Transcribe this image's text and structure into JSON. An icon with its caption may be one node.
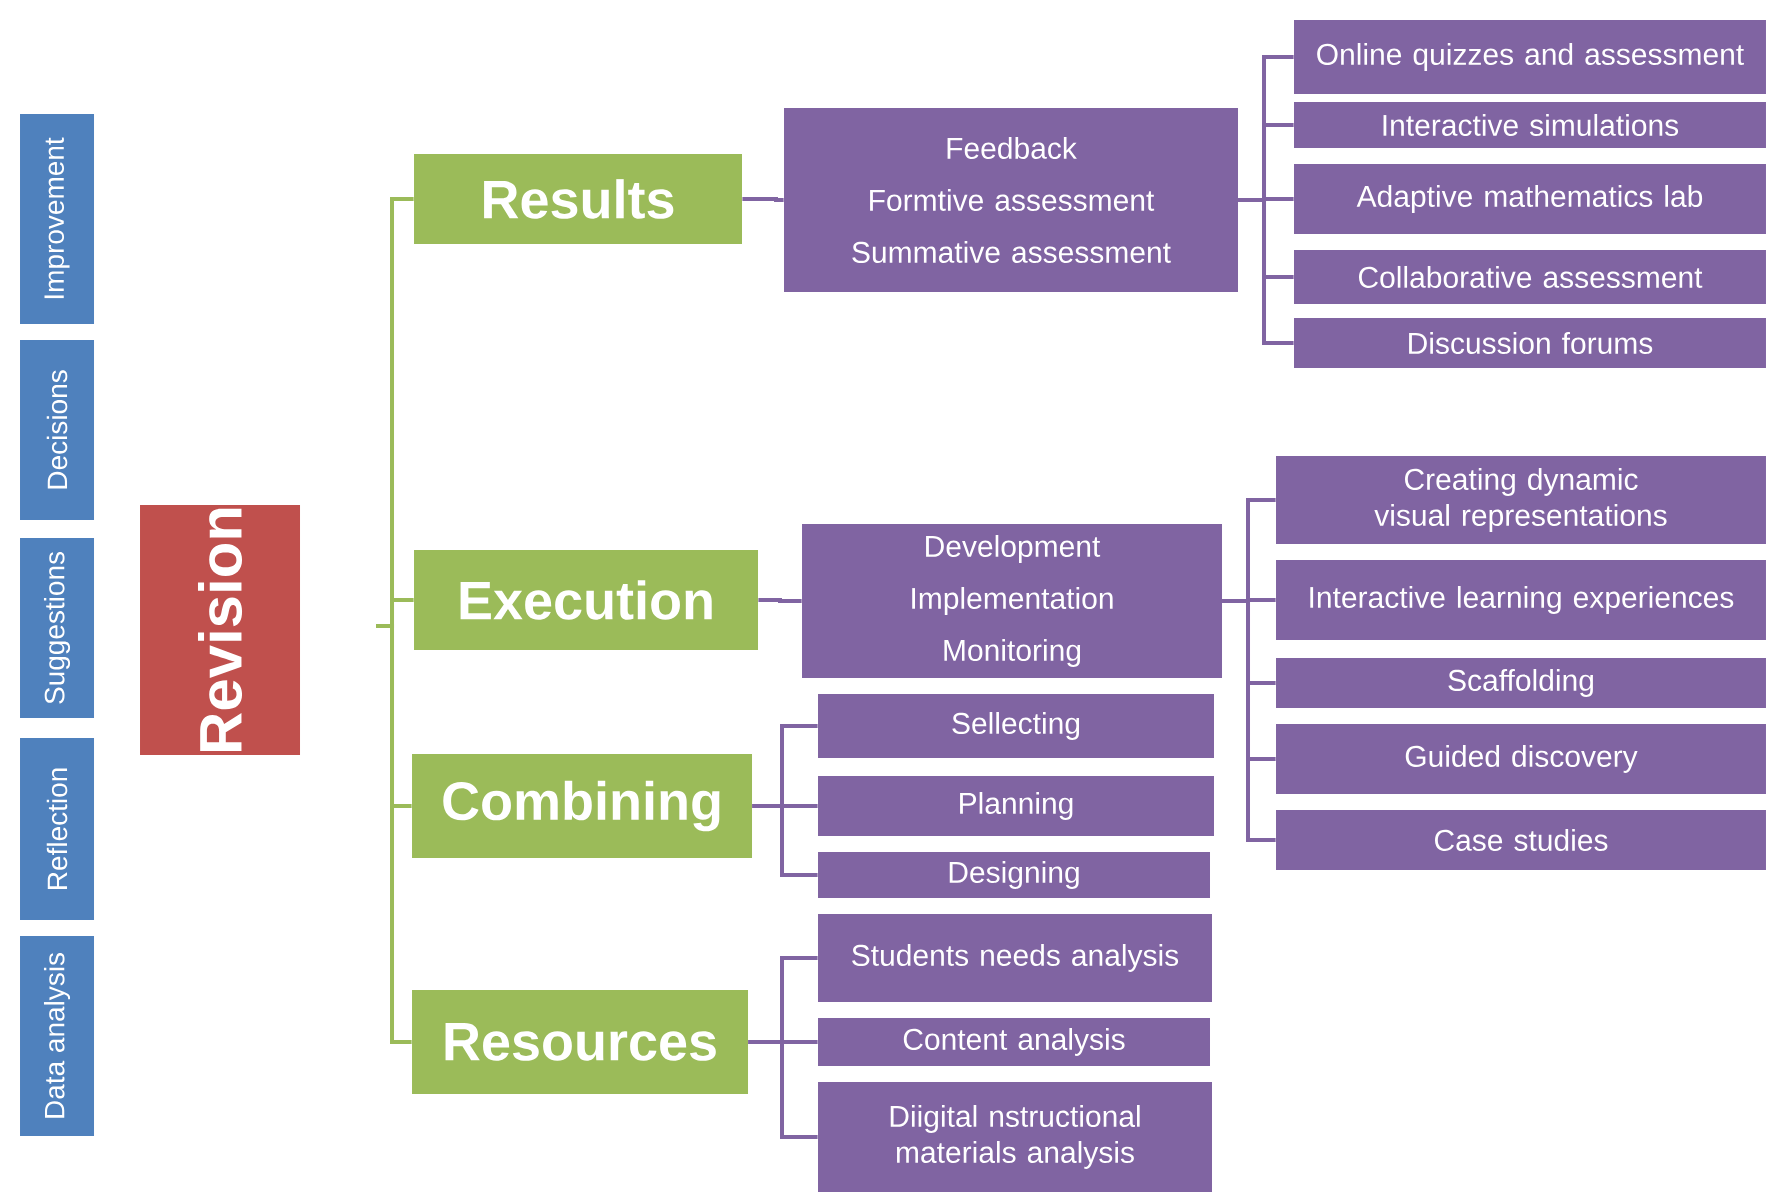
{
  "diagram": {
    "nodes": [
      {
        "text": [
          "Improvement"
        ]
      },
      {
        "text": [
          "Decisions"
        ]
      },
      {
        "text": [
          "Suggestions"
        ]
      },
      {
        "text": [
          "Reflection"
        ]
      },
      {
        "text": [
          "Data analysis"
        ]
      },
      {
        "text": [
          "Revision"
        ]
      },
      {
        "text": [
          "Results"
        ]
      },
      {
        "text": [
          "Execution"
        ]
      },
      {
        "text": [
          "Combining"
        ]
      },
      {
        "text": [
          "Resources"
        ]
      },
      {
        "text": [
          "Feedback",
          "Formtive assessment",
          "Summative assessment"
        ]
      },
      {
        "text": [
          "Online quizzes and assessment"
        ]
      },
      {
        "text": [
          "Interactive simulations"
        ]
      },
      {
        "text": [
          "Adaptive mathematics lab"
        ]
      },
      {
        "text": [
          "Collaborative assessment"
        ]
      },
      {
        "text": [
          "Discussion forums"
        ]
      },
      {
        "text": [
          "Development",
          "Implementation",
          "Monitoring"
        ]
      },
      {
        "text": [
          "Creating dynamic visual representations"
        ]
      },
      {
        "text": [
          "Interactive learning experiences"
        ]
      },
      {
        "text": [
          "Scaffolding"
        ]
      },
      {
        "text": [
          "Guided discovery"
        ]
      },
      {
        "text": [
          "Case studies"
        ]
      },
      {
        "text": [
          "Sellecting"
        ]
      },
      {
        "text": [
          "Planning"
        ]
      },
      {
        "text": [
          "Designing"
        ]
      },
      {
        "text": [
          "Students needs analysis"
        ]
      },
      {
        "text": [
          "Content analysis"
        ]
      },
      {
        "text": [
          "Diigital nstructional materials analysis"
        ]
      }
    ],
    "edges": [
      {
        "from": null,
        "to": 6,
        "arrow": "none",
        "color": "#9bbb59"
      },
      {
        "from": null,
        "to": 7,
        "arrow": "none",
        "color": "#9bbb59"
      },
      {
        "from": null,
        "to": 8,
        "arrow": "none",
        "color": "#9bbb59"
      },
      {
        "from": null,
        "to": 9,
        "arrow": "none",
        "color": "#9bbb59"
      },
      {
        "from": 6,
        "to": 10,
        "arrow": "none"
      },
      {
        "from": 10,
        "to": 11,
        "arrow": "none"
      },
      {
        "from": 10,
        "to": 12,
        "arrow": "none"
      },
      {
        "from": 10,
        "to": 13,
        "arrow": "none"
      },
      {
        "from": 10,
        "to": 14,
        "arrow": "none"
      },
      {
        "from": 10,
        "to": 15,
        "arrow": "none"
      },
      {
        "from": 7,
        "to": 16,
        "arrow": "none"
      },
      {
        "from": 16,
        "to": 17,
        "arrow": "none"
      },
      {
        "from": 16,
        "to": 18,
        "arrow": "none"
      },
      {
        "from": 16,
        "to": 19,
        "arrow": "none"
      },
      {
        "from": 16,
        "to": 20,
        "arrow": "none"
      },
      {
        "from": 16,
        "to": 21,
        "arrow": "none"
      },
      {
        "from": 8,
        "to": 22,
        "arrow": "none"
      },
      {
        "from": 8,
        "to": 23,
        "arrow": "none"
      },
      {
        "from": 8,
        "to": 24,
        "arrow": "none"
      },
      {
        "from": 9,
        "to": 25,
        "arrow": "none"
      },
      {
        "from": 9,
        "to": 26,
        "arrow": "none"
      },
      {
        "from": 9,
        "to": 27,
        "arrow": "none"
      }
    ]
  }
}
